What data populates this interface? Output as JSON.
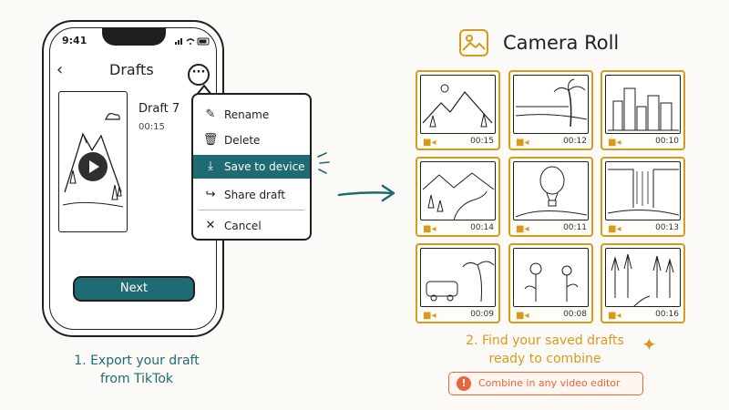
{
  "phone": {
    "status_time": "9:41",
    "header_title": "Drafts",
    "more_label": "···",
    "draft": {
      "name": "Draft 7",
      "duration": "00:15"
    },
    "menu": [
      {
        "label": "Rename",
        "icon": "pencil-icon"
      },
      {
        "label": "Delete",
        "icon": "trash-icon"
      },
      {
        "label": "Save to device",
        "icon": "download-icon",
        "active": true
      },
      {
        "label": "Share draft",
        "icon": "share-icon"
      },
      {
        "label": "Cancel",
        "icon": "close-icon"
      }
    ],
    "next_label": "Next"
  },
  "step1": {
    "line1": "1. Export your draft",
    "line2": "from TikTok"
  },
  "camera_roll": {
    "title": "Camera Roll",
    "tiles": [
      {
        "scene": "mountains-sun",
        "duration": "00:15"
      },
      {
        "scene": "beach-palm",
        "duration": "00:12"
      },
      {
        "scene": "city-skyline",
        "duration": "00:10"
      },
      {
        "scene": "valley-road",
        "duration": "00:14"
      },
      {
        "scene": "hot-air-balloon",
        "duration": "00:11"
      },
      {
        "scene": "waterfall",
        "duration": "00:13"
      },
      {
        "scene": "van-palm",
        "duration": "00:09"
      },
      {
        "scene": "flowers",
        "duration": "00:08"
      },
      {
        "scene": "forest-path",
        "duration": "00:16"
      }
    ]
  },
  "step2": {
    "line1": "2. Find your saved drafts",
    "line2": "ready to combine"
  },
  "badge": {
    "text": "Combine in any video editor"
  },
  "colors": {
    "teal": "#1e6b73",
    "gold": "#d99a1c",
    "orange": "#e8663c"
  }
}
